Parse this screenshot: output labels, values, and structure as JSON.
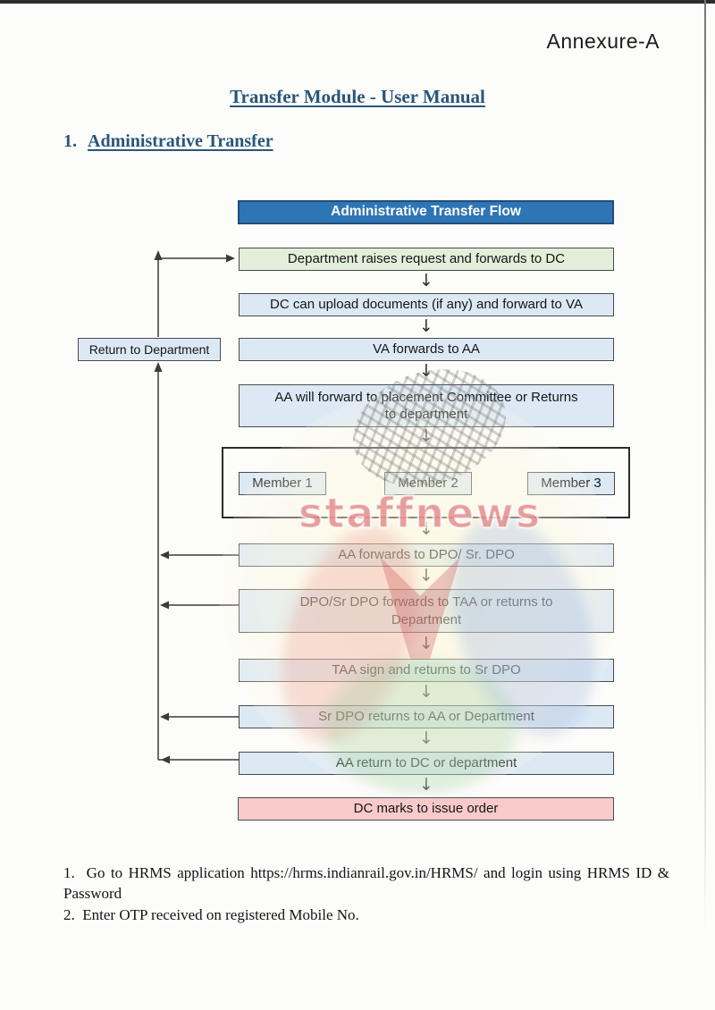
{
  "page": {
    "annexure_label": "Annexure-A",
    "title": "Transfer Module - User Manual",
    "section": {
      "number": "1.",
      "title": "Administrative Transfer"
    }
  },
  "flowchart": {
    "header": "Administrative Transfer Flow",
    "nodes": {
      "department_request": "Department raises request and forwards to DC",
      "dc_upload": "DC can upload documents (if any) and forward to VA",
      "va_forward": "VA forwards to AA",
      "aa_forward_committee_line1": "AA will forward to placement Committee or Returns",
      "aa_forward_committee_line2": "to department",
      "aa_forward_dpo": "AA forwards to DPO/ Sr. DPO",
      "dpo_forward_taa_line1": "DPO/Sr DPO forwards to TAA or returns to",
      "dpo_forward_taa_line2": "Department",
      "taa_sign": "TAA sign and returns to Sr DPO",
      "srdpo_return": "Sr DPO returns to AA or Department",
      "aa_return": "AA return to DC or department",
      "dc_issue": "DC marks to issue order",
      "return_to_department": "Return to Department"
    },
    "members": [
      "Member 1",
      "Member 2",
      "Member 3"
    ],
    "icons": {
      "down_arrow": "↓"
    },
    "colors": {
      "header_fill": "#2E75B6",
      "header_border": "#1F4E79",
      "start_fill": "#E2EFDA",
      "process_fill": "#DCE9F5",
      "end_fill": "#F8CACA",
      "box_border": "#4A4A4A",
      "connector_line": "#3B3B3B",
      "heading_text": "#2A5679"
    }
  },
  "watermark": {
    "text": "staffnews"
  },
  "notes": {
    "item1_line1": "1.  Go to HRMS application https://hrms.indianrail.gov.in/HRMS/ and login using HRMS ID &",
    "item1_line2": "Password",
    "item2": "2.  Enter OTP received on registered Mobile No."
  }
}
